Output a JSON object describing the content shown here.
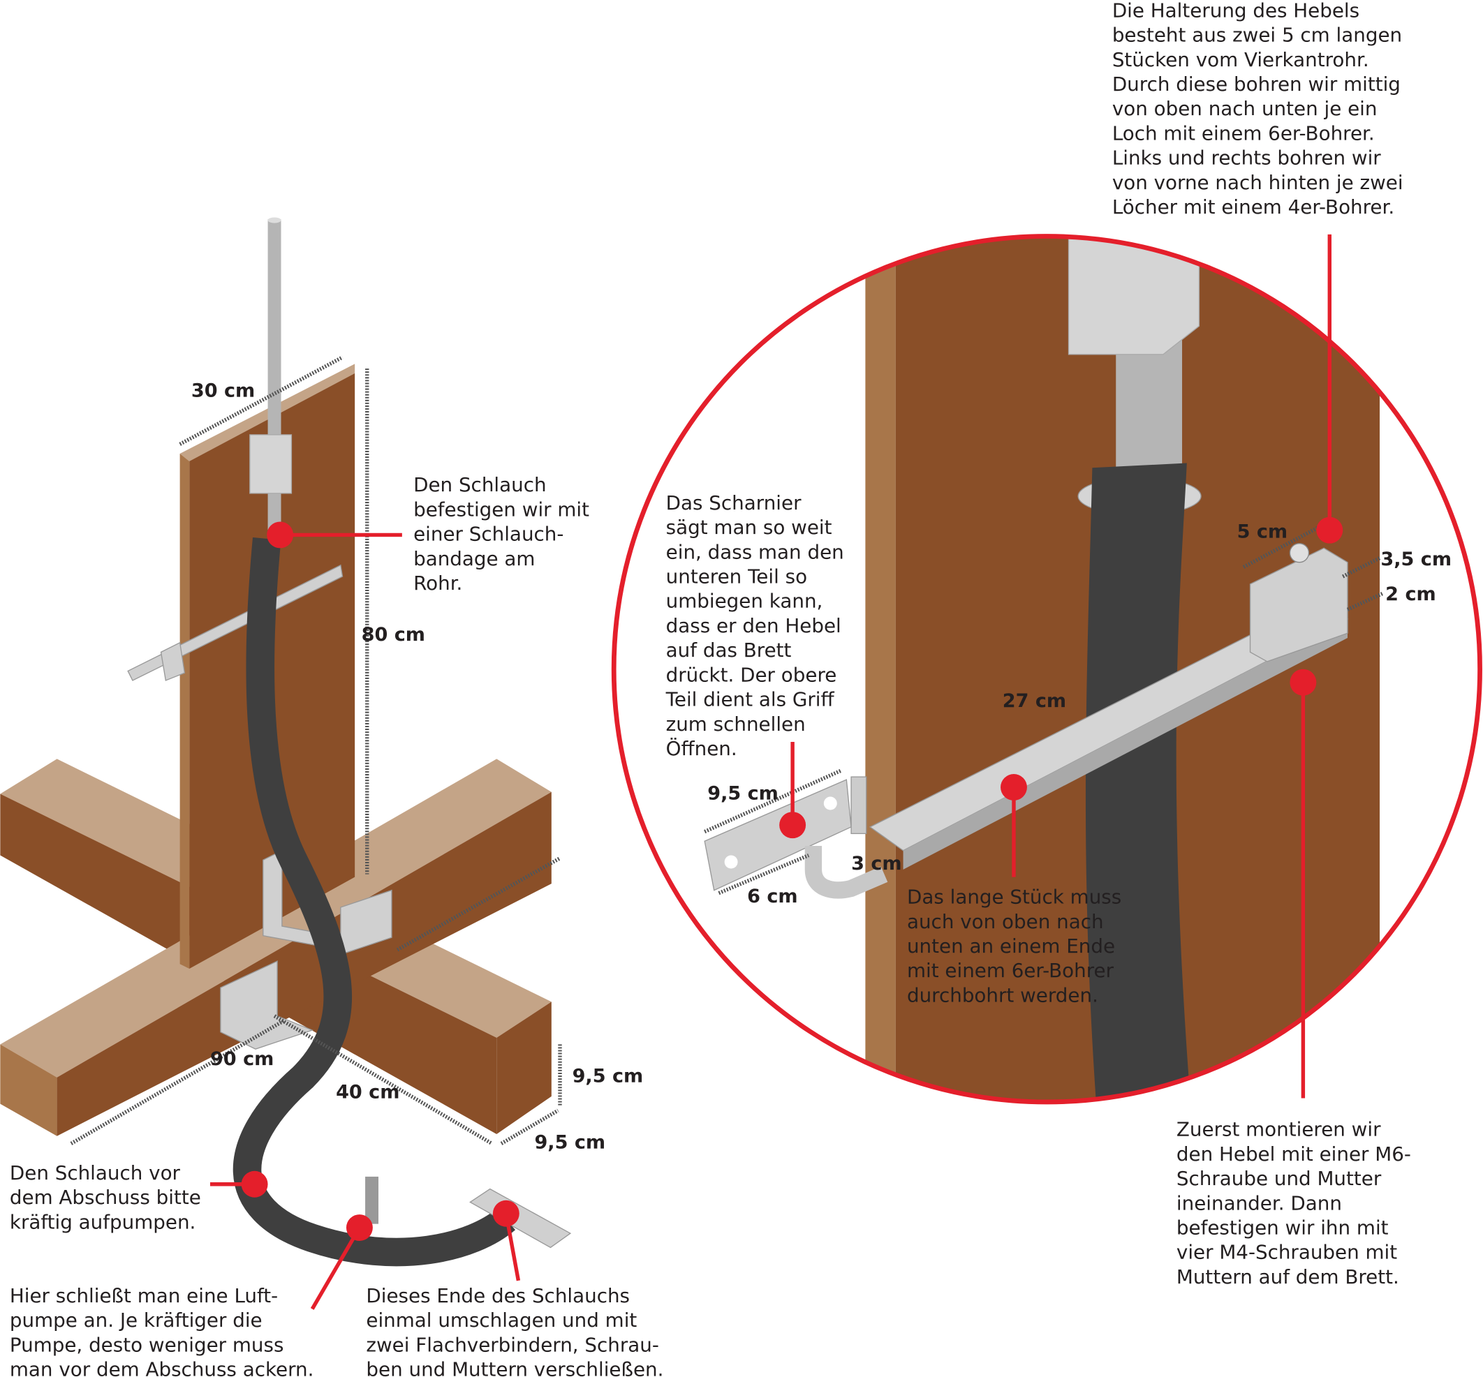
{
  "dimensions": {
    "rod_width": "30 cm",
    "board_height": "80 cm",
    "beam_length": "90 cm",
    "board_width": "40 cm",
    "beam_height": "9,5 cm",
    "beam_depth": "9,5 cm",
    "holder_length": "5 cm",
    "holder_height": "3,5 cm",
    "holder_width": "2 cm",
    "lever_length": "27 cm",
    "hinge_height": "9,5 cm",
    "hinge_width": "6 cm",
    "hinge_bend": "3 cm"
  },
  "notes": {
    "holder": [
      "Die Halterung des Hebels",
      "besteht aus zwei 5 cm langen",
      "Stücken vom Vierkantrohr.",
      "Durch diese bohren wir mittig",
      "von oben nach unten je ein",
      "Loch mit einem 6er-Bohrer.",
      "Links und rechts bohren wir",
      "von vorne nach hinten je zwei",
      "Löcher mit einem 4er-Bohrer."
    ],
    "bandage": [
      "Den Schlauch",
      "befestigen wir mit",
      "einer Schlauch-",
      "bandage am",
      "Rohr."
    ],
    "hinge": [
      "Das Scharnier",
      "sägt man so weit",
      "ein, dass man den",
      "unteren Teil so",
      "umbiegen kann,",
      "dass er den Hebel",
      "auf das Brett",
      "drückt. Der obere",
      "Teil dient als Griff",
      "zum schnellen",
      "Öffnen."
    ],
    "lever": [
      "Das lange Stück muss",
      "auch von oben nach",
      "unten an einem Ende",
      "mit einem 6er-Bohrer",
      "durchbohrt werden."
    ],
    "mount": [
      "Zuerst montieren wir",
      "den Hebel mit einer M6-",
      "Schraube und Mutter",
      "ineinander. Dann",
      "befestigen wir ihn mit",
      "vier M4-Schrauben mit",
      "Muttern auf dem Brett."
    ],
    "inflate": [
      "Den Schlauch vor",
      "dem Abschuss bitte",
      "kräftig aufpumpen."
    ],
    "pump": [
      "Hier schließt man eine Luft-",
      "pumpe an. Je kräftiger die",
      "Pumpe, desto weniger muss",
      "man vor dem Abschuss ackern."
    ],
    "end": [
      "Dieses Ende des Schlauchs",
      "einmal umschlagen und mit",
      "zwei Flachverbindern, Schrau-",
      "ben und Muttern verschließen."
    ]
  },
  "colors": {
    "accent": "#e41f2b",
    "wood": "#8a4f28",
    "wood_light": "#c4a487",
    "hose": "#3f3f3f",
    "metal": "#c8c8c8"
  }
}
